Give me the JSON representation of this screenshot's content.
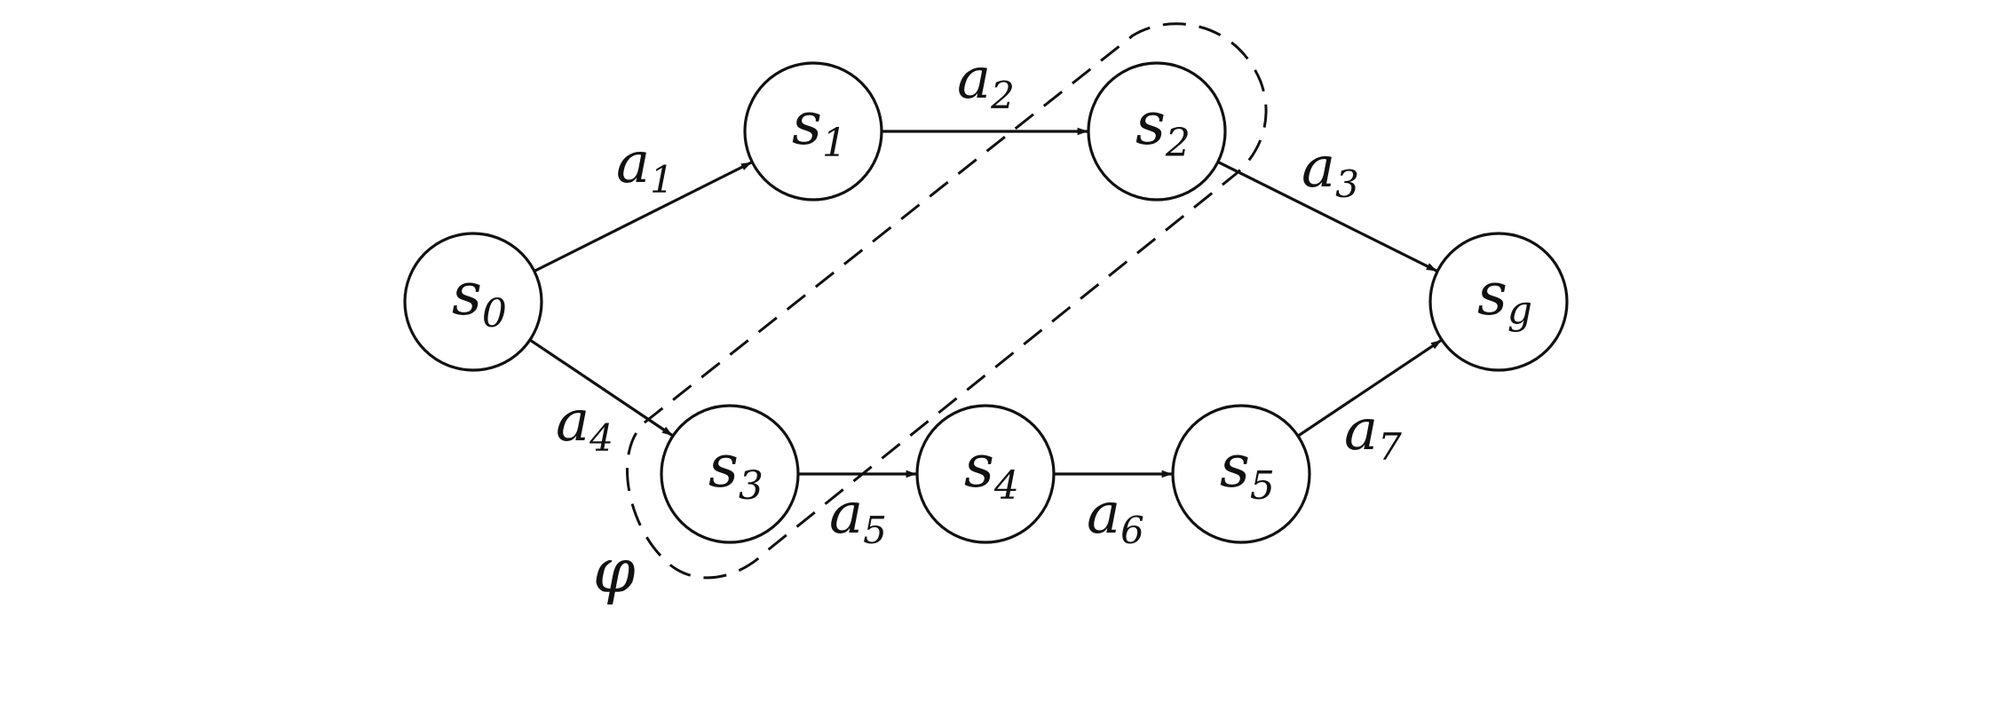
{
  "diagram": {
    "colors": {
      "stroke": "#111111",
      "background": "#ffffff"
    },
    "nodes": [
      {
        "id": "s0",
        "symbol": "s",
        "subscript": "0"
      },
      {
        "id": "s1",
        "symbol": "s",
        "subscript": "1"
      },
      {
        "id": "s2",
        "symbol": "s",
        "subscript": "2"
      },
      {
        "id": "sg",
        "symbol": "s",
        "subscript": "g"
      },
      {
        "id": "s3",
        "symbol": "s",
        "subscript": "3"
      },
      {
        "id": "s4",
        "symbol": "s",
        "subscript": "4"
      },
      {
        "id": "s5",
        "symbol": "s",
        "subscript": "5"
      }
    ],
    "edges": [
      {
        "from": "s0",
        "to": "s1",
        "symbol": "a",
        "subscript": "1"
      },
      {
        "from": "s1",
        "to": "s2",
        "symbol": "a",
        "subscript": "2"
      },
      {
        "from": "s2",
        "to": "sg",
        "symbol": "a",
        "subscript": "3"
      },
      {
        "from": "s0",
        "to": "s3",
        "symbol": "a",
        "subscript": "4"
      },
      {
        "from": "s3",
        "to": "s4",
        "symbol": "a",
        "subscript": "5"
      },
      {
        "from": "s4",
        "to": "s5",
        "symbol": "a",
        "subscript": "6"
      },
      {
        "from": "s5",
        "to": "sg",
        "symbol": "a",
        "subscript": "7"
      }
    ],
    "region": {
      "label": "φ",
      "contains": [
        "s2",
        "s3"
      ],
      "style": "dashed"
    }
  }
}
